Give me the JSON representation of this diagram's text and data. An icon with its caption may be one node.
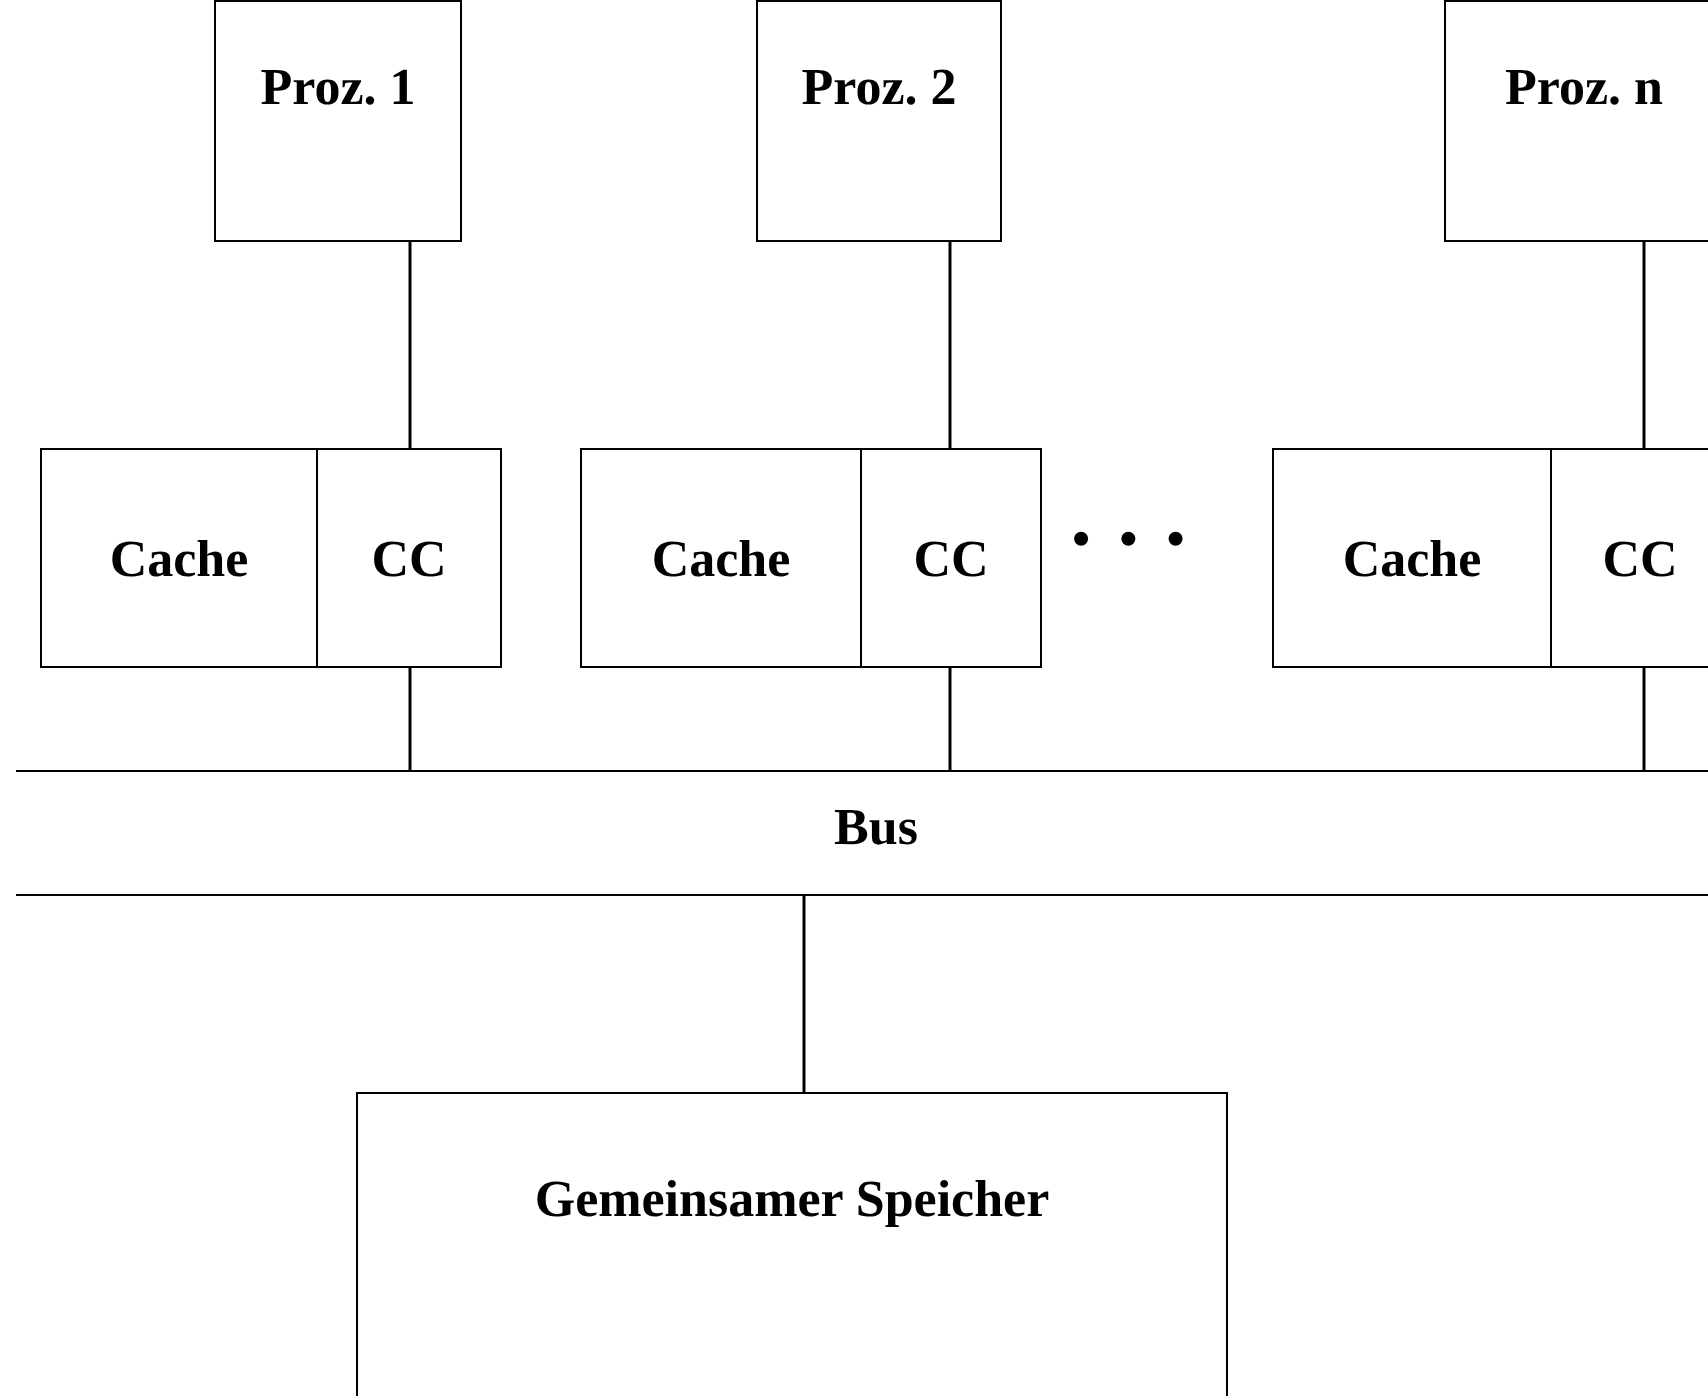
{
  "diagram": {
    "nodes": [
      {
        "text": [
          "Proz. 1"
        ]
      },
      {
        "text": [
          "Proz. 2"
        ]
      },
      {
        "text": [
          "Proz. n"
        ]
      },
      {
        "text": [
          "Cache"
        ]
      },
      {
        "text": [
          "CC"
        ]
      },
      {
        "text": [
          "Cache"
        ]
      },
      {
        "text": [
          "CC"
        ]
      },
      {
        "text": [
          "Cache"
        ]
      },
      {
        "text": [
          "CC"
        ]
      },
      {
        "text": [
          "Bus"
        ]
      },
      {
        "text": [
          "Gemeinsamer Speicher"
        ]
      }
    ],
    "edges": [
      {
        "from": 0,
        "to": 4,
        "arrow": "none"
      },
      {
        "from": 1,
        "to": 6,
        "arrow": "none"
      },
      {
        "from": 2,
        "to": 8,
        "arrow": "none"
      },
      {
        "from": 4,
        "to": 9,
        "arrow": "none"
      },
      {
        "from": 6,
        "to": 9,
        "arrow": "none"
      },
      {
        "from": 8,
        "to": 9,
        "arrow": "none"
      },
      {
        "from": 9,
        "to": 10,
        "arrow": "none"
      }
    ],
    "labels": [
      "• • •"
    ]
  }
}
